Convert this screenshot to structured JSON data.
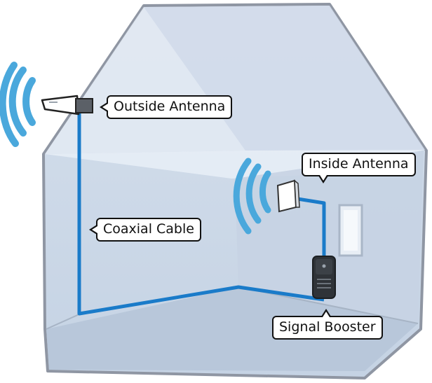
{
  "labels": {
    "outside_antenna": "Outside Antenna",
    "coaxial_cable": "Coaxial Cable",
    "inside_antenna": "Inside Antenna",
    "signal_booster": "Signal Booster"
  },
  "colors": {
    "cable": "#1a7bc9",
    "signal_waves": "#4aa8dc",
    "house_outline": "#8f96a3",
    "house_fill": "#c9d6e6",
    "house_front": "#d6e1ee",
    "house_floor": "#b3c3d6",
    "booster_body": "#2f3338"
  },
  "icons": {
    "outside_antenna": "directional-antenna-icon",
    "inside_antenna": "panel-antenna-icon",
    "signal_booster": "booster-device-icon",
    "signal": "signal-waves-icon"
  }
}
